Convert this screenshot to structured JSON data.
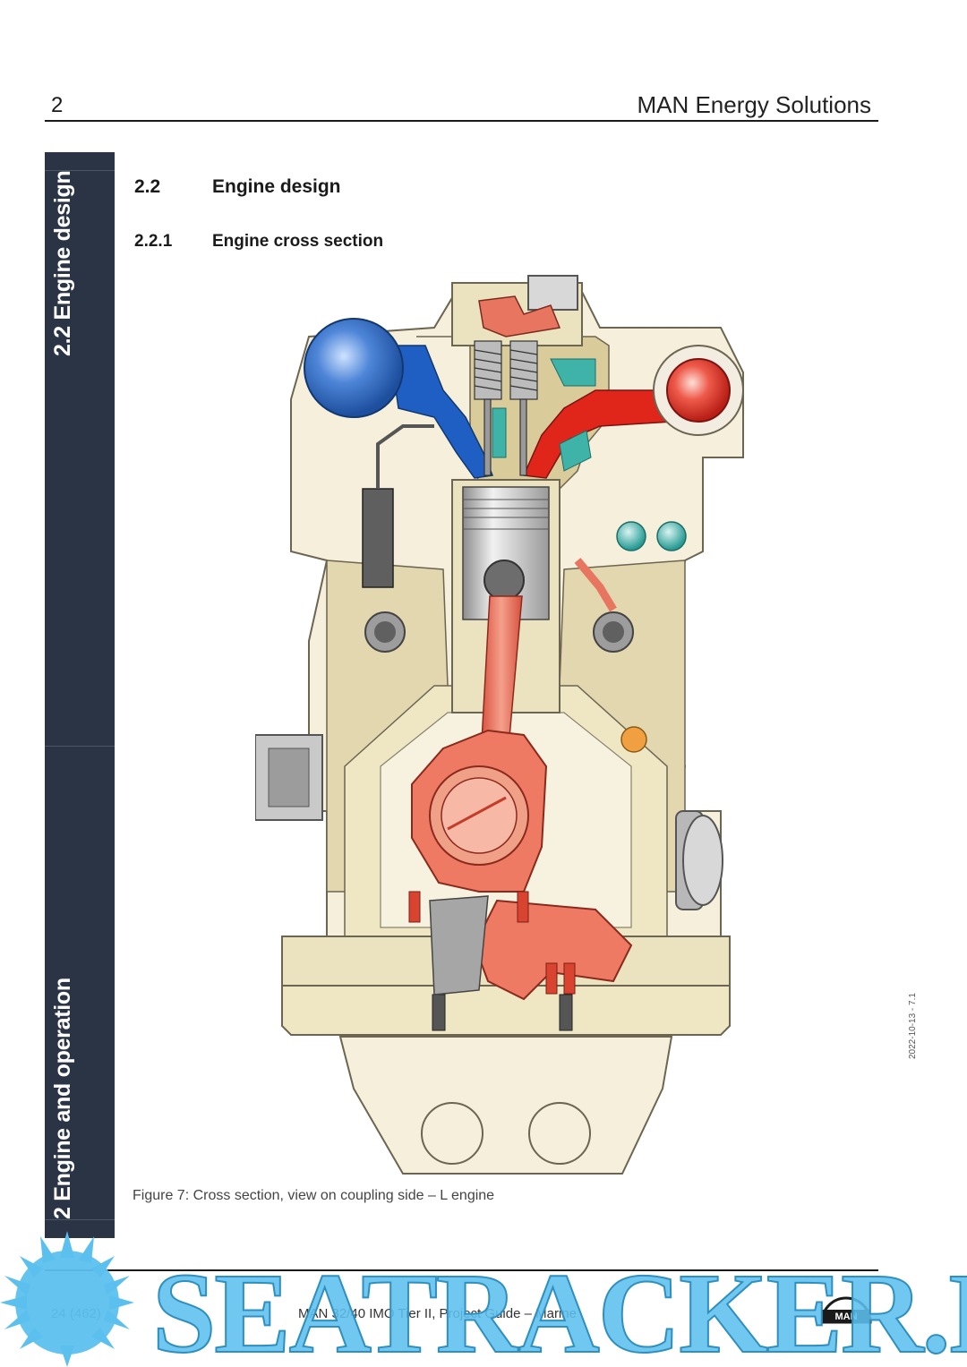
{
  "header": {
    "chapter_number": "2",
    "brand": "MAN Energy Solutions"
  },
  "sidebar": {
    "section_tab": "2.2 Engine design",
    "chapter_tab": "2 Engine and operation"
  },
  "section": {
    "number": "2.2",
    "title": "Engine design"
  },
  "subsection": {
    "number": "2.2.1",
    "title": "Engine cross section"
  },
  "figure": {
    "caption": "Figure 7: Cross section, view on coupling side – L engine"
  },
  "side_note": {
    "date_version": "2022-10-13 - 7.1"
  },
  "footer": {
    "page": "24 (462)",
    "document": "MAN 32/40 IMO Tier II, Project Guide – Marine",
    "logo_text": "MAN"
  },
  "watermark": {
    "text": "SEATRACKER.RU"
  }
}
